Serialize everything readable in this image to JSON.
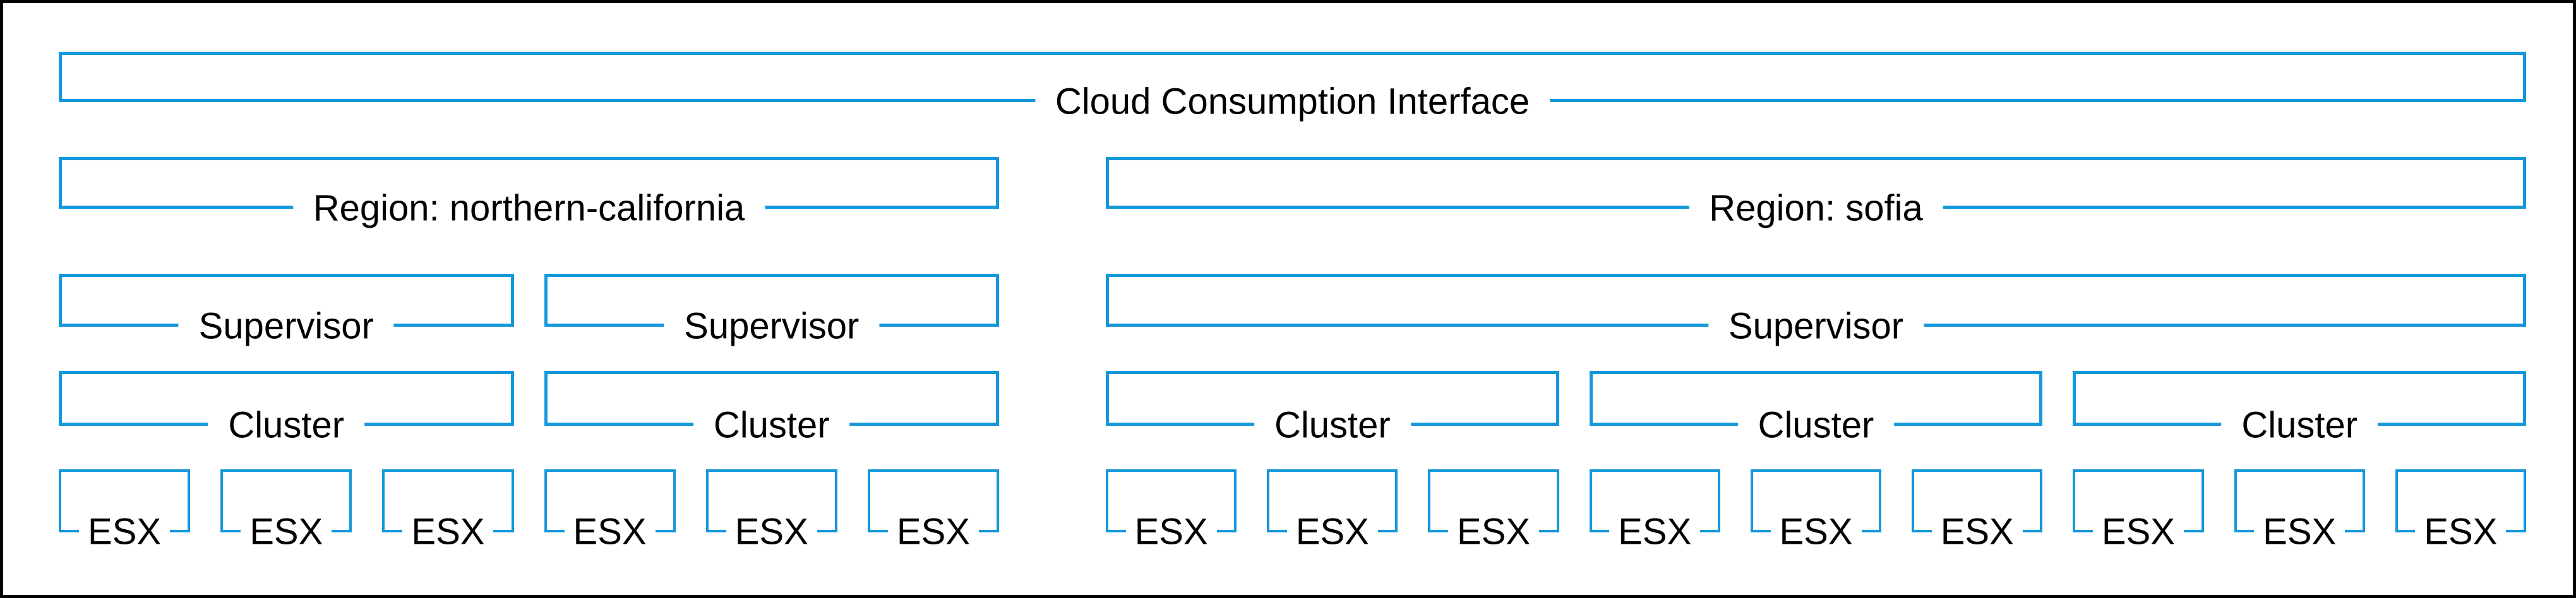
{
  "diagram": {
    "title": "Cloud Consumption Interface",
    "regions": [
      {
        "label": "Region: northern-california",
        "supervisors": [
          {
            "label": "Supervisor",
            "clusters": [
              {
                "label": "Cluster",
                "esx_hosts": [
                  "ESX",
                  "ESX",
                  "ESX"
                ]
              }
            ]
          },
          {
            "label": "Supervisor",
            "clusters": [
              {
                "label": "Cluster",
                "esx_hosts": [
                  "ESX",
                  "ESX",
                  "ESX"
                ]
              }
            ]
          }
        ]
      },
      {
        "label": "Region: sofia",
        "supervisors": [
          {
            "label": "Supervisor",
            "clusters": [
              {
                "label": "Cluster",
                "esx_hosts": [
                  "ESX",
                  "ESX",
                  "ESX"
                ]
              },
              {
                "label": "Cluster",
                "esx_hosts": [
                  "ESX",
                  "ESX",
                  "ESX"
                ]
              },
              {
                "label": "Cluster",
                "esx_hosts": [
                  "ESX",
                  "ESX",
                  "ESX"
                ]
              }
            ]
          }
        ]
      }
    ],
    "colors": {
      "box_border": "#1498DB",
      "frame_border": "#000000",
      "text": "#000000",
      "background": "#FFFFFF"
    }
  }
}
